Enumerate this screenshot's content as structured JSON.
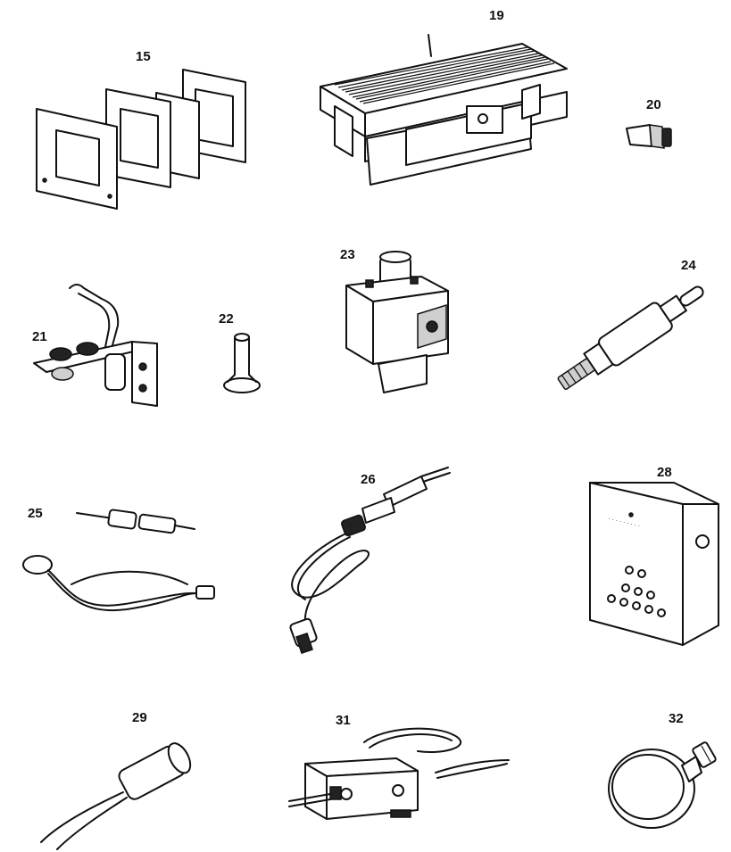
{
  "labels": {
    "p15": "15",
    "p19": "19",
    "p20": "20",
    "p21": "21",
    "p22": "22",
    "p23": "23",
    "p24": "24",
    "p25": "25",
    "p26": "26",
    "p28": "28",
    "p29": "29",
    "p31": "31",
    "p32": "32"
  },
  "colors": {
    "ink": "#111111",
    "paper": "#ffffff"
  }
}
